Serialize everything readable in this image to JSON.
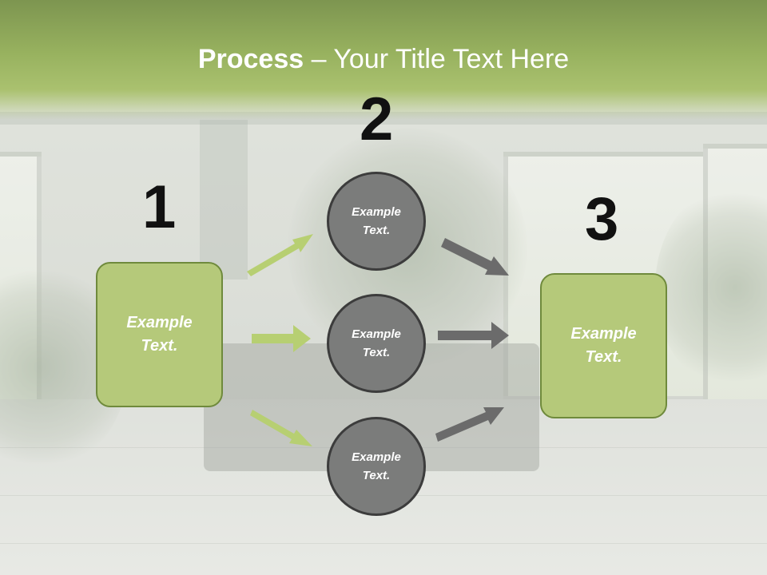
{
  "title": {
    "strong": "Process",
    "rest": " – Your Title Text Here"
  },
  "steps": [
    {
      "number": "1",
      "label": "Example Text."
    },
    {
      "number": "2",
      "label": "Example Text."
    },
    {
      "number": "3",
      "label": "Example Text."
    }
  ],
  "circles": [
    {
      "label": "Example Text."
    },
    {
      "label": "Example Text."
    },
    {
      "label": "Example Text."
    }
  ],
  "colors": {
    "header_green": "#98b25f",
    "box_fill": "#b5c97a",
    "box_border": "#6f8a3c",
    "circle_fill": "#7b7c7b",
    "circle_border": "#3c3c3c",
    "green_arrow": "#b7cf72",
    "gray_arrow": "#6b6b6b"
  }
}
